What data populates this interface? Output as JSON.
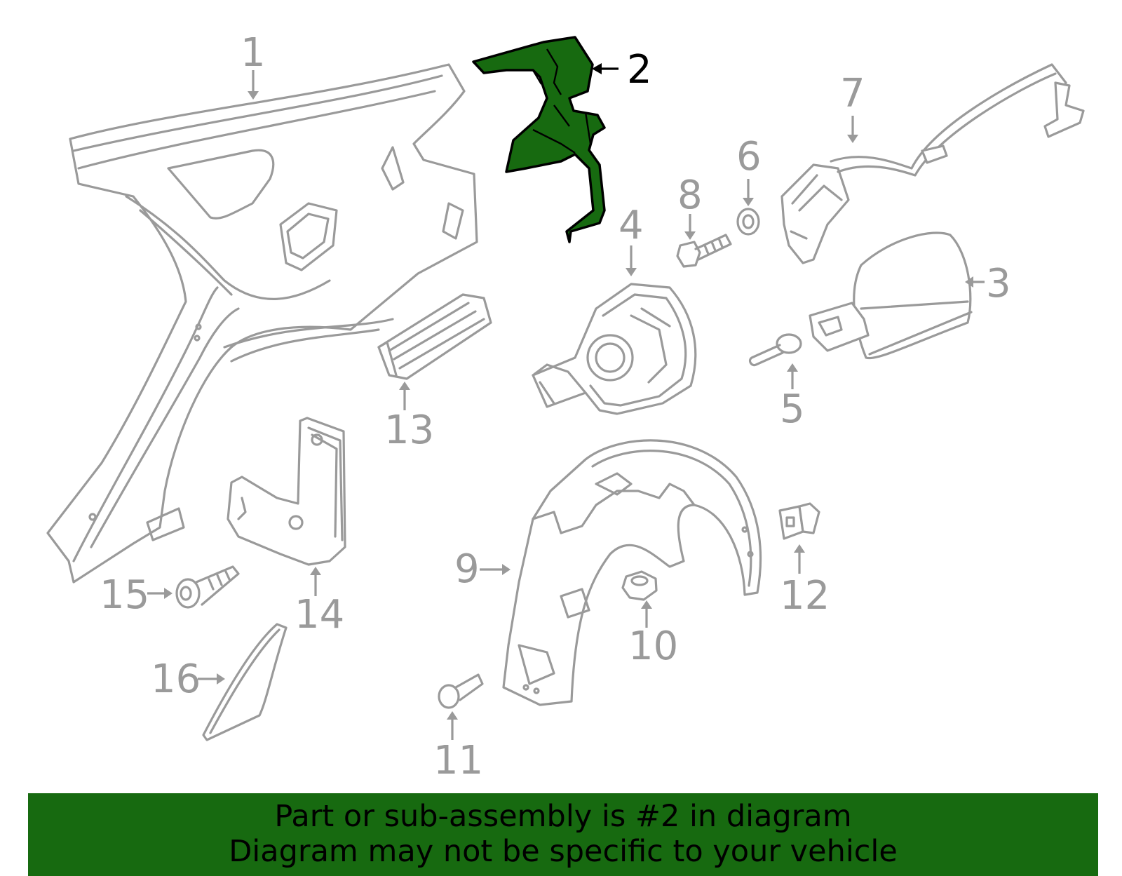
{
  "diagram": {
    "highlight_color": "#176a10",
    "part_stroke_color": "#9a9a9a",
    "highlighted_part": "2",
    "callouts": [
      {
        "num": "1"
      },
      {
        "num": "2"
      },
      {
        "num": "3"
      },
      {
        "num": "4"
      },
      {
        "num": "5"
      },
      {
        "num": "6"
      },
      {
        "num": "7"
      },
      {
        "num": "8"
      },
      {
        "num": "9"
      },
      {
        "num": "10"
      },
      {
        "num": "11"
      },
      {
        "num": "12"
      },
      {
        "num": "13"
      },
      {
        "num": "14"
      },
      {
        "num": "15"
      },
      {
        "num": "16"
      }
    ]
  },
  "banner": {
    "line1": "Part or sub-assembly is #2 in diagram",
    "line2": "Diagram may not be specific to your vehicle",
    "background": "#176a10"
  }
}
